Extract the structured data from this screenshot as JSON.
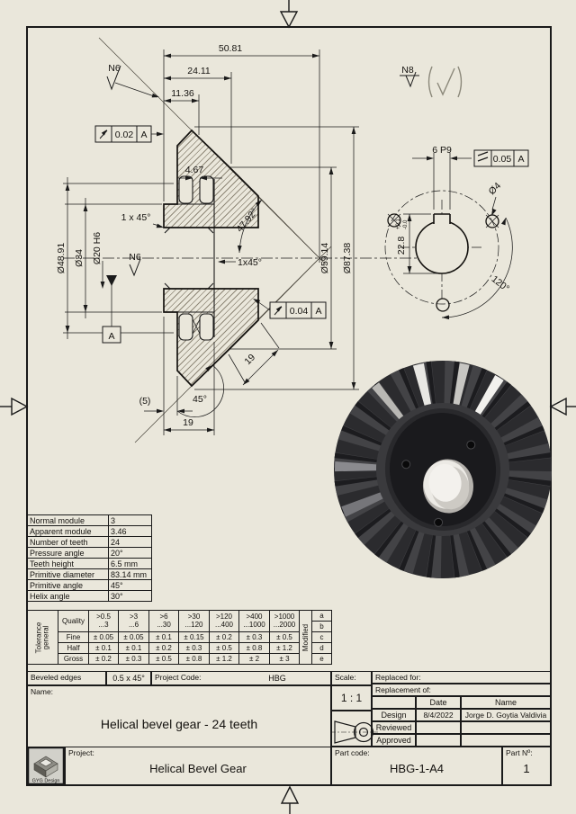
{
  "colors": {
    "paper": "#eae7db",
    "ink": "#1a1a1a",
    "hatch": "#8f8878"
  },
  "main_view": {
    "dim_50_81": "50.81",
    "dim_24_11": "24.11",
    "dim_11_36": "11.36",
    "dim_4_67": "4.67",
    "chamfer_front": "1 x 45°",
    "chamfer_back": "1x45°",
    "dia_48_91": "Ø48.91",
    "dia_34": "Ø34",
    "dia_20": "Ø20 H6",
    "dia_59_14": "Ø59.14",
    "dia_87_38": "Ø87.38",
    "angle_face": "47.92°",
    "angle_pitch": "45°",
    "dim_19_diag": "19",
    "dim_19_horiz": "19",
    "dim_5_ref": "(5)",
    "surface_top": "N6",
    "surface_bore": "N6",
    "datum_label": "A",
    "fcf_top": {
      "value": "0.02",
      "datum": "A"
    },
    "fcf_face": {
      "value": "0.04",
      "datum": "A"
    }
  },
  "side_view": {
    "keyway_width": "6 P9",
    "fcf": {
      "value": "0.05",
      "datum": "A"
    },
    "hole_dia": "Ø4",
    "keyway_depth": "22.8",
    "keyway_tol_upper": "+0.1",
    "keyway_tol_lower": "-0.0",
    "hole_angle": "120°",
    "surface": "N8"
  },
  "gear_table": {
    "rows": [
      {
        "label": "Normal module",
        "value": "3"
      },
      {
        "label": "Apparent module",
        "value": "3.46"
      },
      {
        "label": "Number of teeth",
        "value": "24"
      },
      {
        "label": "Pressure angle",
        "value": "20°"
      },
      {
        "label": "Teeth height",
        "value": "6.5 mm"
      },
      {
        "label": "Primitive diameter",
        "value": "83.14 mm"
      },
      {
        "label": "Primitive angle",
        "value": "45°"
      },
      {
        "label": "Helix angle",
        "value": "30°"
      }
    ]
  },
  "tolerance_table": {
    "general_header": "Tolerance\ngeneral",
    "quality_header": "Quality",
    "modified_header": "Modified",
    "ranges": [
      ">0.5\n...3",
      ">3\n...6",
      ">6\n...30",
      ">30\n...120",
      ">120\n...400",
      ">400\n...1000",
      ">1000\n...2000"
    ],
    "rows": [
      {
        "label": "Fine",
        "values": [
          "± 0.05",
          "± 0.05",
          "± 0.1",
          "± 0.15",
          "± 0.2",
          "± 0.3",
          "± 0.5"
        ]
      },
      {
        "label": "Half",
        "values": [
          "± 0.1",
          "± 0.1",
          "± 0.2",
          "± 0.3",
          "± 0.5",
          "± 0.8",
          "± 1.2"
        ]
      },
      {
        "label": "Gross",
        "values": [
          "± 0.2",
          "± 0.3",
          "± 0.5",
          "± 0.8",
          "± 1.2",
          "± 2",
          "± 3"
        ]
      }
    ],
    "letters": [
      "a",
      "b",
      "c",
      "d",
      "e"
    ]
  },
  "title_block": {
    "beveled_edges_label": "Beveled edges",
    "beveled_edges_value": "0.5 x 45°",
    "project_code_label": "Project Code:",
    "project_code_value": "HBG",
    "name_label": "Name:",
    "name_value": "Helical bevel gear - 24 teeth",
    "scale_label": "Scale:",
    "scale_value": "1 : 1",
    "replaced_for": "Replaced for:",
    "replacement_of": "Replacement of:",
    "col_date": "Date",
    "col_name": "Name",
    "row_design": "Design",
    "design_date": "8/4/2022",
    "design_name": "Jorge D. Goytia Valdivia",
    "row_reviewed": "Reviewed",
    "row_approved": "Approved",
    "project_label": "Project:",
    "project_value": "Helical Bevel Gear",
    "part_code_label": "Part code:",
    "part_code_value": "HBG-1-A4",
    "part_no_label": "Part Nº:",
    "part_no_value": "1"
  },
  "logo": {
    "text": "GYG Design"
  }
}
